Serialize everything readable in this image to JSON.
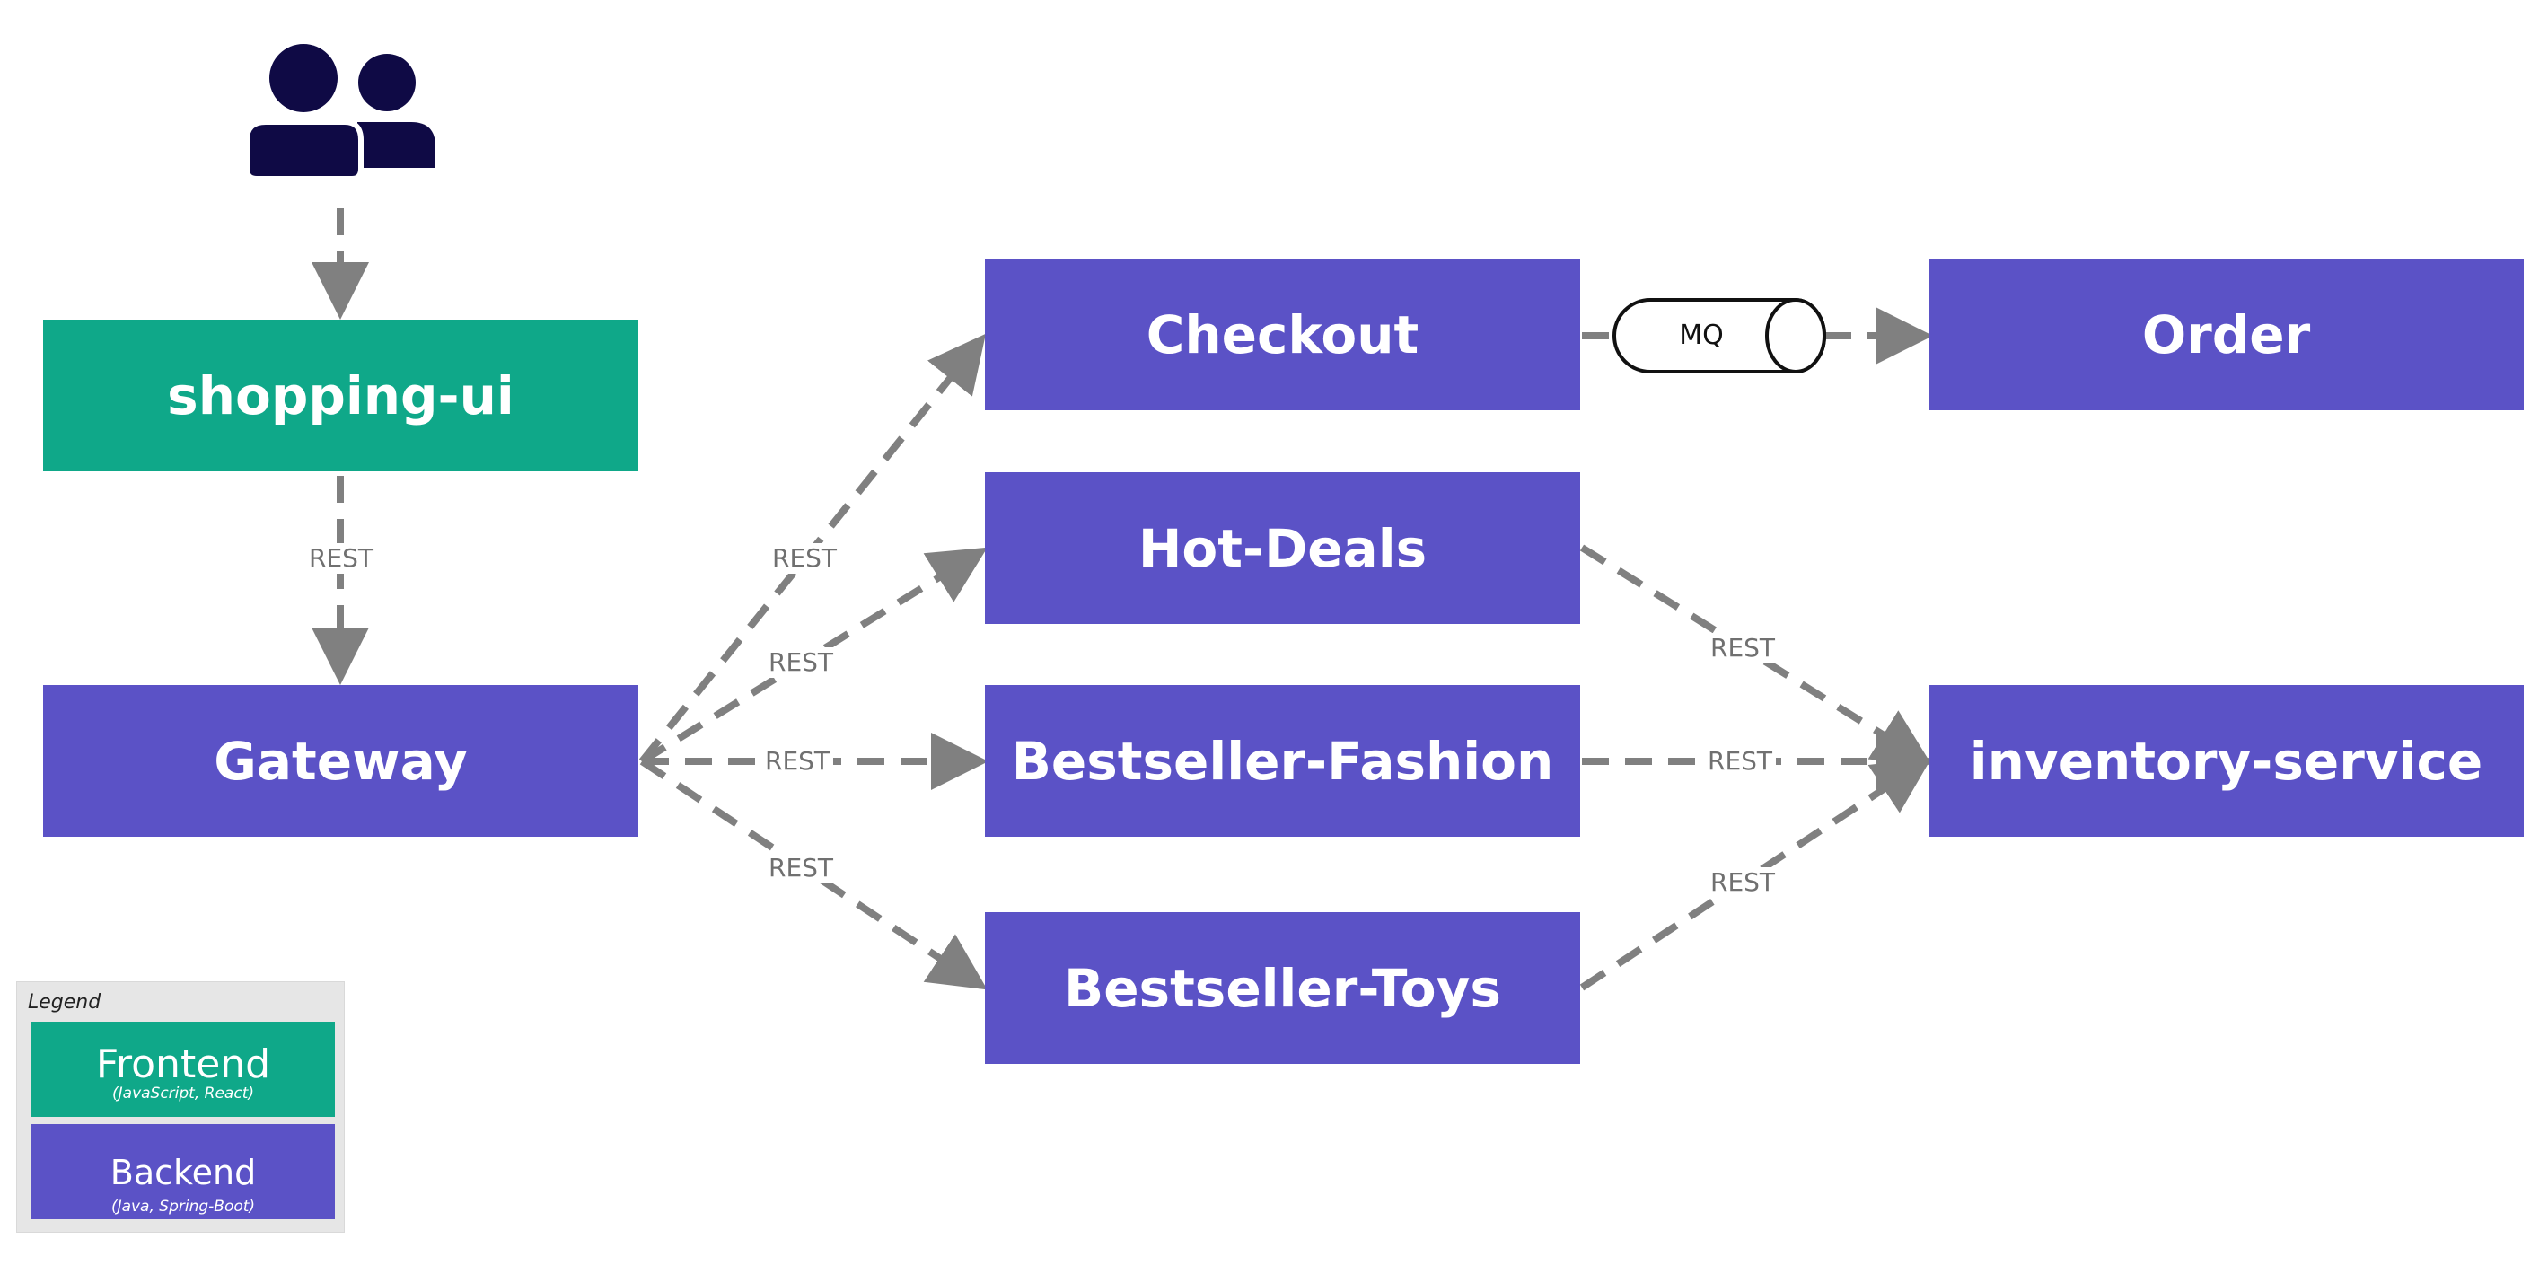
{
  "colors": {
    "frontend": "#0fa889",
    "backend": "#5b52c6",
    "connector": "#808080",
    "user_icon": "#0f0a45"
  },
  "actor": {
    "icon": "users-icon"
  },
  "nodes": {
    "shopping_ui": "shopping-ui",
    "gateway": "Gateway",
    "checkout": "Checkout",
    "hot_deals": "Hot-Deals",
    "bestseller_fashion": "Bestseller-Fashion",
    "bestseller_toys": "Bestseller-Toys",
    "order": "Order",
    "inventory": "inventory-service"
  },
  "queue": {
    "label": "MQ"
  },
  "edge_labels": {
    "ui_gateway": "REST",
    "gw_checkout": "REST",
    "gw_hotdeals": "REST",
    "gw_fashion": "REST",
    "gw_toys": "REST",
    "hotdeals_inv": "REST",
    "fashion_inv": "REST",
    "toys_inv": "REST"
  },
  "legend": {
    "title": "Legend",
    "frontend": {
      "label": "Frontend",
      "tech": "(JavaScript, React)"
    },
    "backend": {
      "label": "Backend",
      "tech": "(Java, Spring-Boot)"
    }
  }
}
